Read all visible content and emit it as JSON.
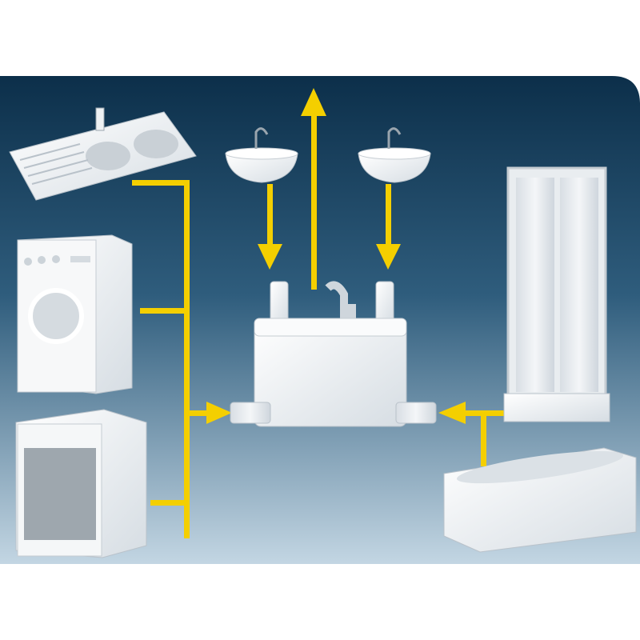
{
  "colors": {
    "background_top": "#0c2f4a",
    "background_bottom": "#c3d6e3",
    "flow_arrow": "#f4cf00",
    "appliance": "#f2f4f6"
  },
  "diagram": {
    "center_unit": "macerator-pump",
    "inputs": [
      "kitchen-sink",
      "washing-machine",
      "dishwasher",
      "washbasin-left",
      "washbasin-right",
      "shower",
      "bathtub"
    ],
    "output": "discharge-pipe-up"
  }
}
